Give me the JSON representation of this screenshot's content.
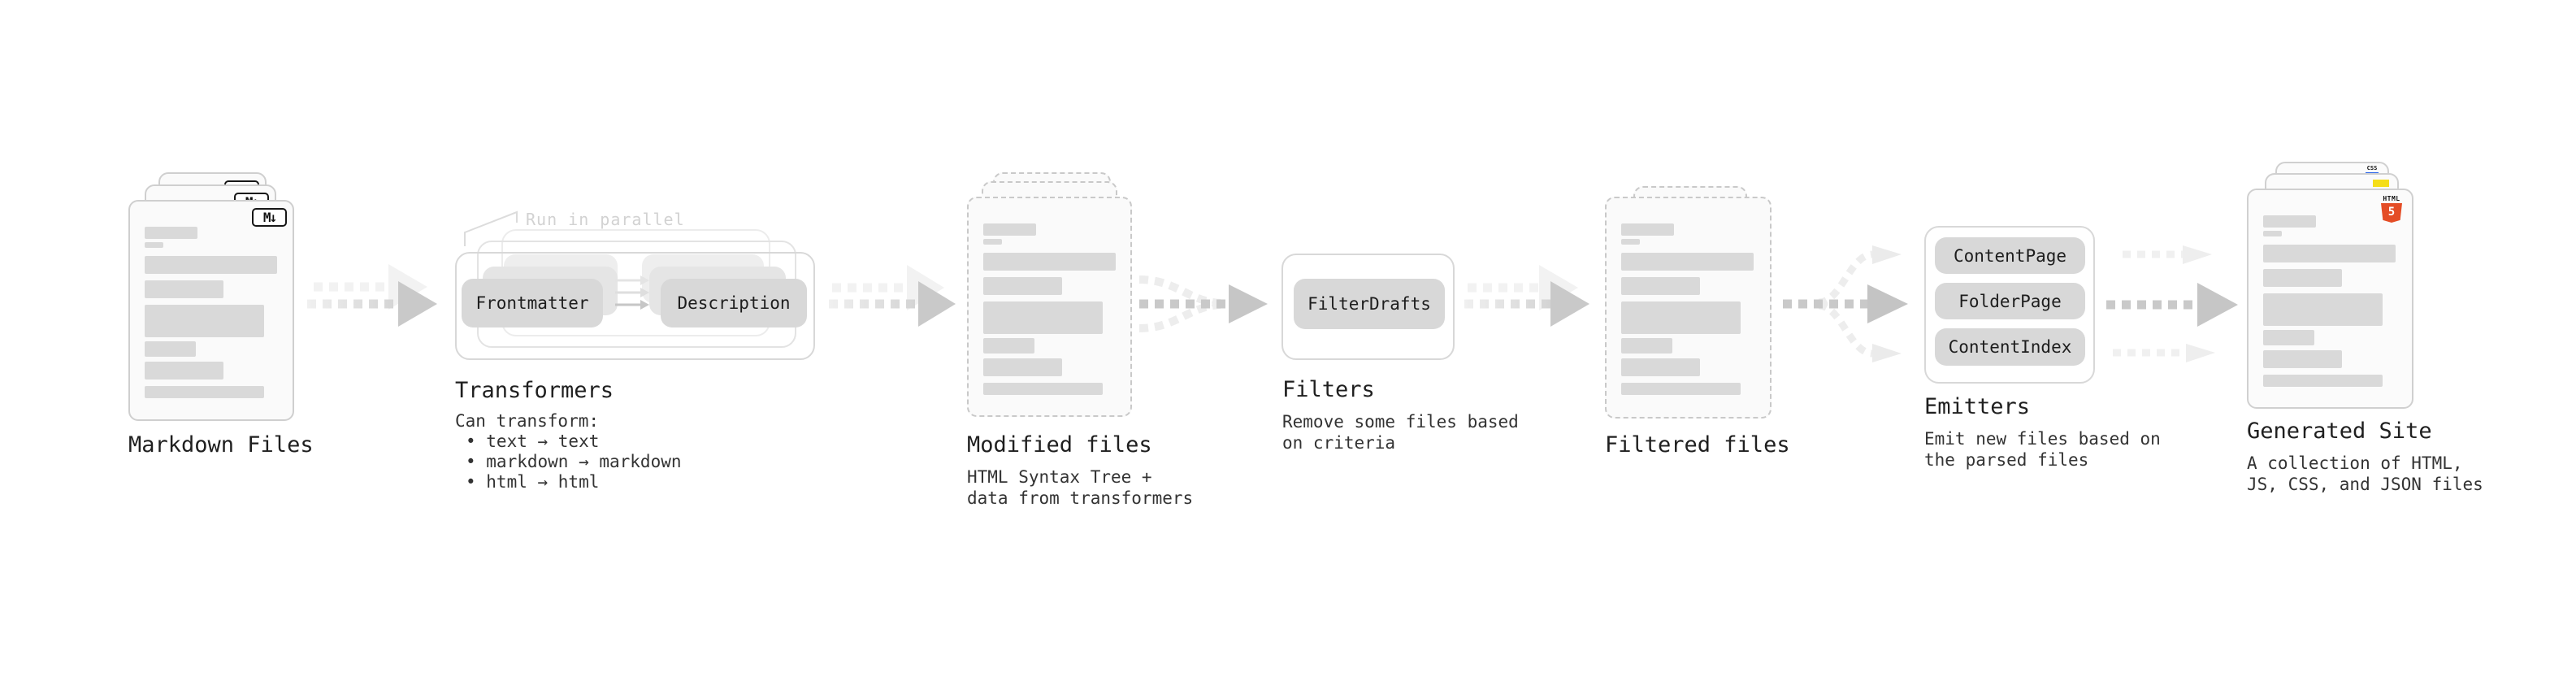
{
  "pipeline": {
    "stages": [
      {
        "id": "markdown-files",
        "title": "Markdown Files",
        "subtitle_lines": []
      },
      {
        "id": "transformers",
        "title": "Transformers",
        "subtitle_lines": [
          "Can transform:",
          "• text → text",
          "• markdown → markdown",
          "• html → html"
        ]
      },
      {
        "id": "modified-files",
        "title": "Modified files",
        "subtitle_lines": [
          "HTML Syntax Tree +",
          "data from transformers"
        ]
      },
      {
        "id": "filters",
        "title": "Filters",
        "subtitle_lines": [
          "Remove some files based",
          "on criteria"
        ]
      },
      {
        "id": "filtered-files",
        "title": "Filtered files",
        "subtitle_lines": []
      },
      {
        "id": "emitters",
        "title": "Emitters",
        "subtitle_lines": [
          "Emit new files based on",
          "the parsed files"
        ]
      },
      {
        "id": "generated-site",
        "title": "Generated Site",
        "subtitle_lines": [
          "A collection of HTML,",
          "JS, CSS, and JSON files"
        ]
      }
    ],
    "transformers": {
      "annotation": "Run in parallel",
      "left_button": "Frontmatter",
      "right_button": "Description"
    },
    "filters": {
      "button": "FilterDrafts"
    },
    "emitters": {
      "buttons": [
        "ContentPage",
        "FolderPage",
        "ContentIndex"
      ]
    },
    "icons": {
      "markdown_badge": "M↓",
      "html5_label": "HTML",
      "html5_number": "5",
      "css_label": "CSS"
    },
    "colors": {
      "html5_orange": "#e44d26",
      "js_yellow": "#f5de19",
      "css_blue": "#2862e9",
      "node_gray": "#d8d8d8",
      "arrow_gray": "#c9c9c9"
    }
  }
}
